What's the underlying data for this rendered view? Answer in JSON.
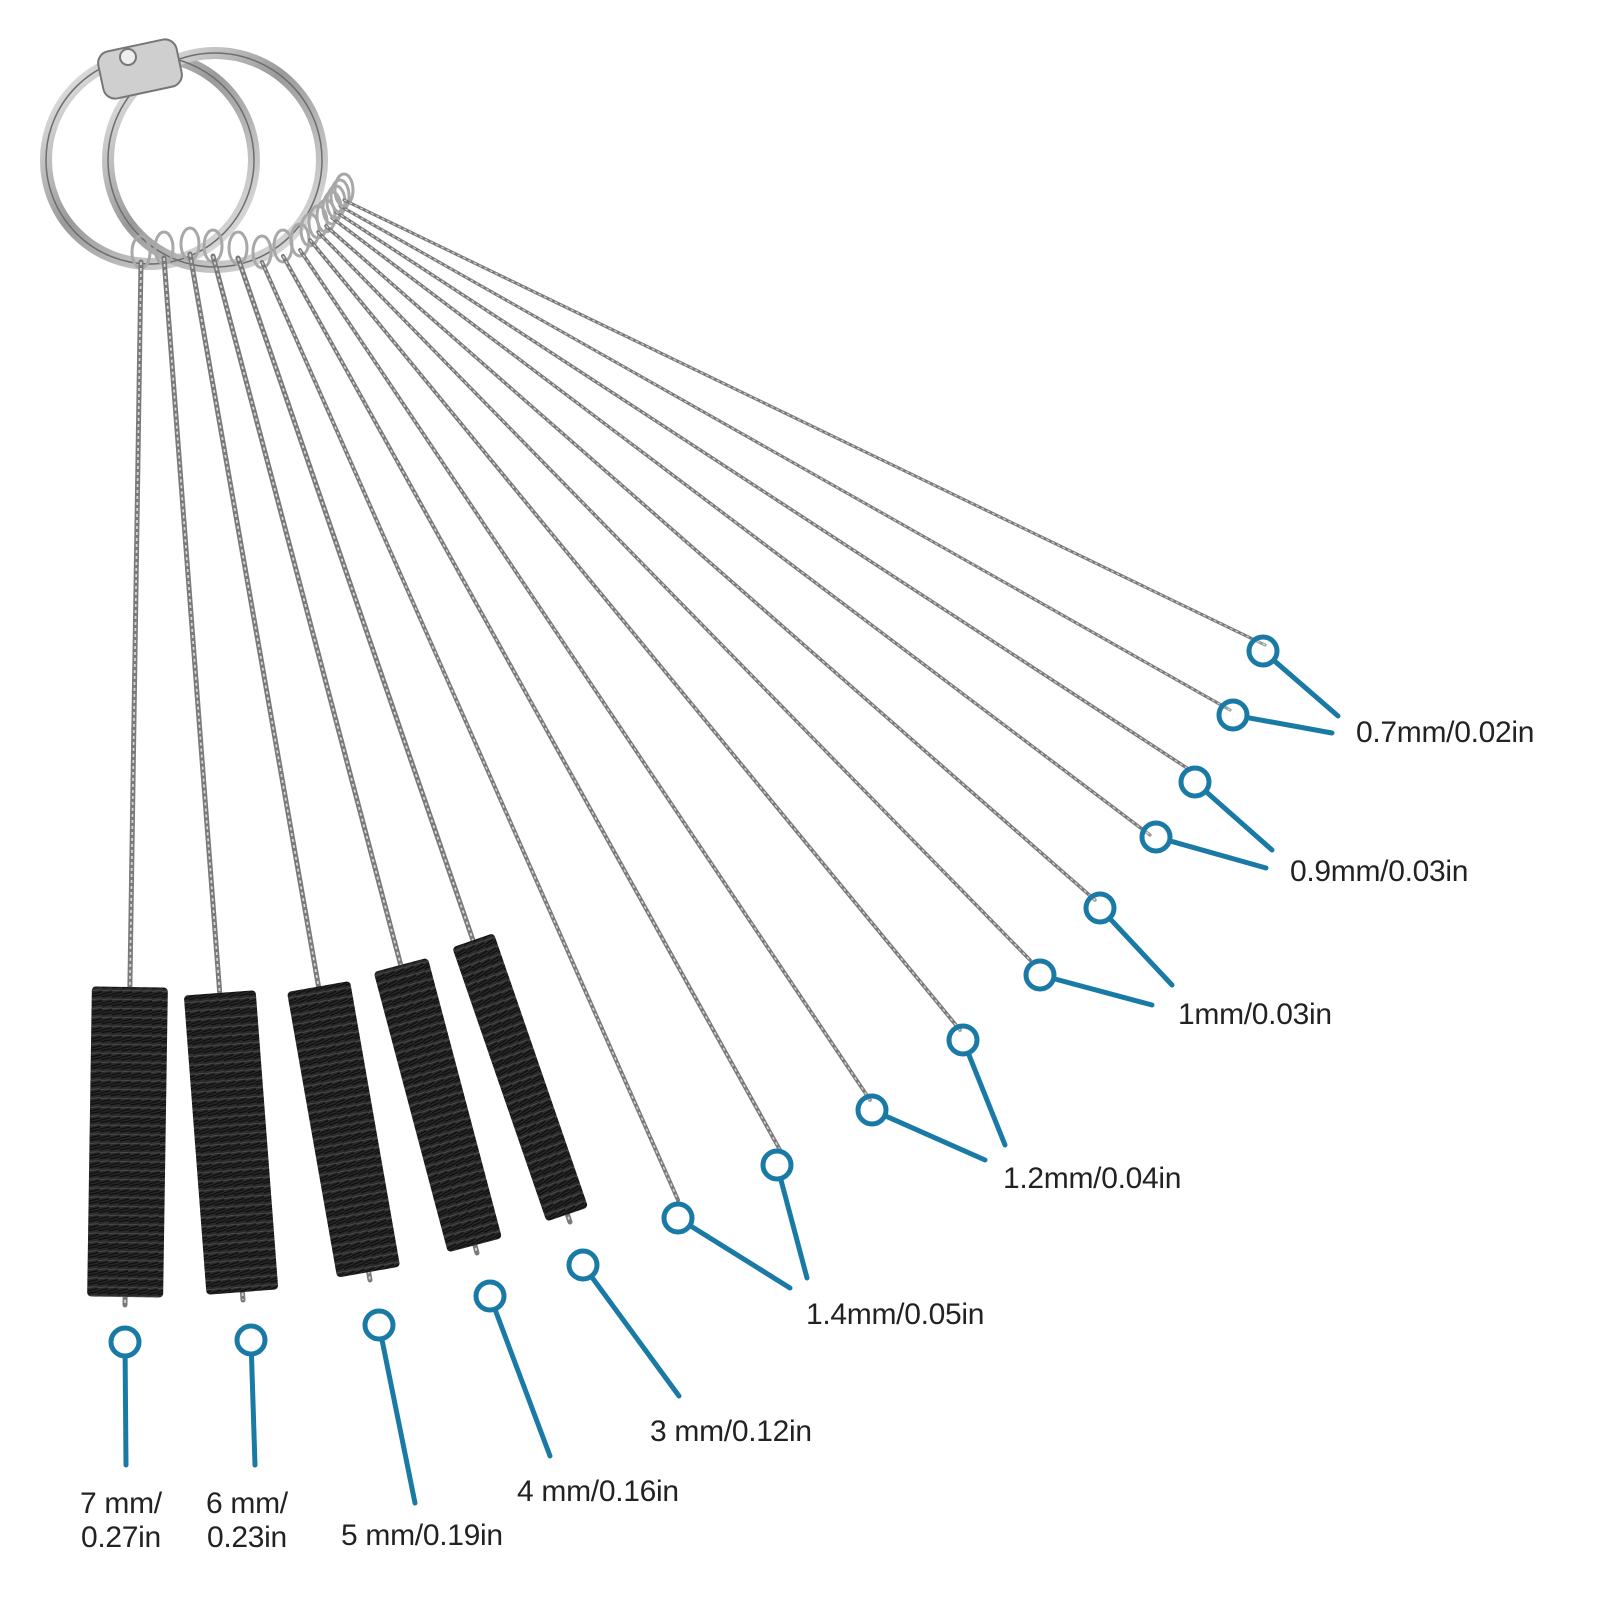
{
  "colors": {
    "background": "#ffffff",
    "wire": "#7a7a7a",
    "wire_highlight": "#d6d6d6",
    "bristle": "#1c1c1c",
    "ring": "#a8a8a8",
    "callout": "#1a7aa6",
    "label_text": "#222222"
  },
  "brushes": [
    {
      "id": "b7mm",
      "diameter_mm": 7,
      "has_bristle_head": true
    },
    {
      "id": "b6mm",
      "diameter_mm": 6,
      "has_bristle_head": true
    },
    {
      "id": "b5mm",
      "diameter_mm": 5,
      "has_bristle_head": true
    },
    {
      "id": "b4mm",
      "diameter_mm": 4,
      "has_bristle_head": true
    },
    {
      "id": "b3mm",
      "diameter_mm": 3,
      "has_bristle_head": true
    },
    {
      "id": "b1.4a",
      "diameter_mm": 1.4,
      "has_bristle_head": false
    },
    {
      "id": "b1.4b",
      "diameter_mm": 1.4,
      "has_bristle_head": false
    },
    {
      "id": "b1.2a",
      "diameter_mm": 1.2,
      "has_bristle_head": false
    },
    {
      "id": "b1.2b",
      "diameter_mm": 1.2,
      "has_bristle_head": false
    },
    {
      "id": "b1a",
      "diameter_mm": 1,
      "has_bristle_head": false
    },
    {
      "id": "b1b",
      "diameter_mm": 1,
      "has_bristle_head": false
    },
    {
      "id": "b0.9a",
      "diameter_mm": 0.9,
      "has_bristle_head": false
    },
    {
      "id": "b0.9b",
      "diameter_mm": 0.9,
      "has_bristle_head": false
    },
    {
      "id": "b0.7a",
      "diameter_mm": 0.7,
      "has_bristle_head": false
    },
    {
      "id": "b0.7b",
      "diameter_mm": 0.7,
      "has_bristle_head": false
    }
  ],
  "labels": {
    "l07": "0.7mm/0.02in",
    "l09": "0.9mm/0.03in",
    "l1": "1mm/0.03in",
    "l12": "1.2mm/0.04in",
    "l14": "1.4mm/0.05in",
    "l3": "3 mm/0.12in",
    "l4": "4 mm/0.16in",
    "l5": "5 mm/0.19in",
    "l6_line1": "6 mm/",
    "l6_line2": "0.23in",
    "l7_line1": "7 mm/",
    "l7_line2": "0.27in"
  }
}
